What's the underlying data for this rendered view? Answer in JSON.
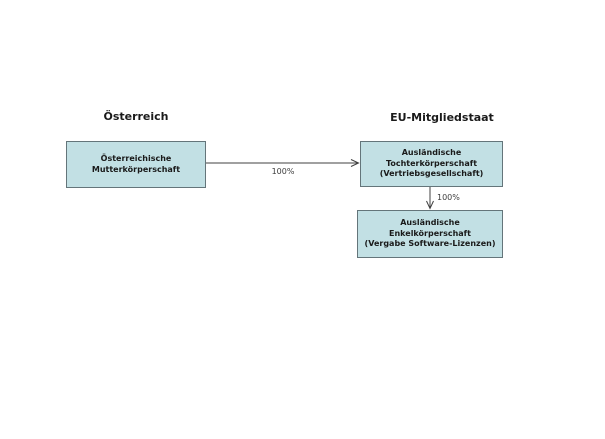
{
  "diagram": {
    "headings": {
      "left": "Österreich",
      "right": "EU-Mitgliedstaat"
    },
    "nodes": [
      {
        "id": "oesterreichische-mutterkoerperschaft",
        "lines": [
          "Österreichische",
          "Mutterkörperschaft"
        ]
      },
      {
        "id": "auslaendische-tochterkoerperschaft",
        "lines": [
          "Ausländische",
          "Tochterkörperschaft",
          "(Vertriebsgesellschaft)"
        ]
      },
      {
        "id": "auslaendische-enkelkoerperschaft",
        "lines": [
          "Ausländische",
          "Enkelkörperschaft",
          "(Vergabe Software-Lizenzen)"
        ]
      }
    ],
    "edges": [
      {
        "from": "oesterreichische-mutterkoerperschaft",
        "to": "auslaendische-tochterkoerperschaft",
        "label": "100%",
        "direction": "right"
      },
      {
        "from": "auslaendische-tochterkoerperschaft",
        "to": "auslaendische-enkelkoerperschaft",
        "label": "100%",
        "direction": "down"
      }
    ],
    "colors": {
      "background": "#ffffff",
      "box_fill": "#c2e0e4",
      "box_border": "#64757a",
      "arrow": "#404040",
      "text": "#1a1a1a"
    }
  }
}
